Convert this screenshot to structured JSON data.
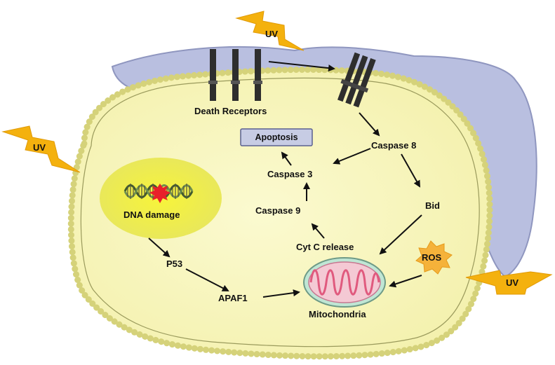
{
  "labels": {
    "uv_top": "UV",
    "uv_left": "UV",
    "uv_right": "UV",
    "death_receptors": "Death Receptors",
    "apoptosis": "Apoptosis",
    "caspase_8": "Caspase 8",
    "caspase_3": "Caspase 3",
    "caspase_9": "Caspase 9",
    "bid": "Bid",
    "cyt_c_release": "Cyt C release",
    "dna_damage": "DNA damage",
    "p53": "P53",
    "apaf1": "APAF1",
    "mitochondria": "Mitochondria",
    "ros": "ROS"
  },
  "colors": {
    "cell_fill": "#F8F6BE",
    "nucleus_fill": "#EEEE55",
    "outer_membrane": "#B9BFE0",
    "lipid_head": "#D5D27A",
    "uv_bolt": "#F4B10E",
    "receptor": "#2E2E2E",
    "apoptosis_box": "#C7CCE4",
    "ros_star": "#F5B23A",
    "mito_inner": "#E898AE",
    "mito_outer": "#BFE6D4",
    "dna_damage_star": "#E8202A"
  },
  "icons": [
    "uv-bolt-icon",
    "death-receptor-icon",
    "mitochondria-icon",
    "dna-helix-icon",
    "dna-damage-star-icon",
    "ros-star-icon"
  ]
}
